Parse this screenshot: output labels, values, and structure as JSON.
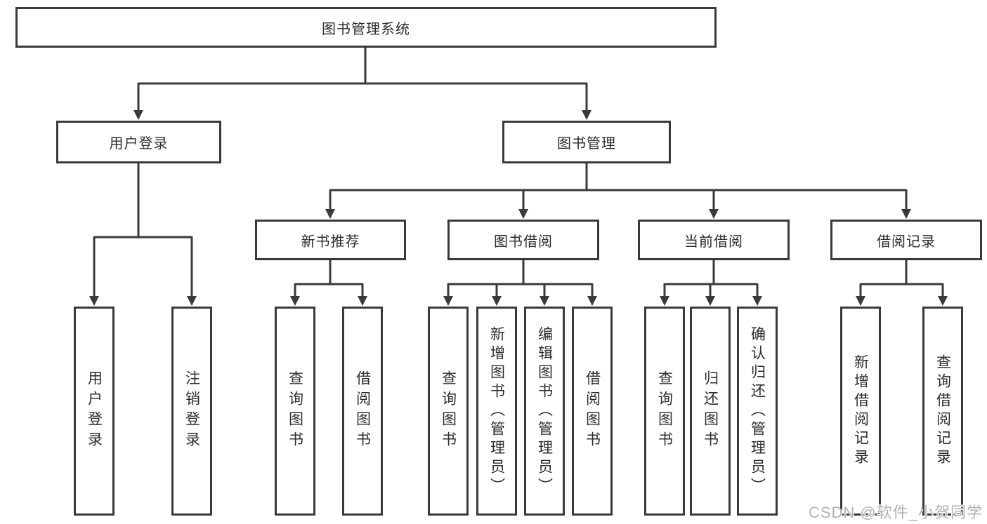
{
  "diagram": {
    "title": "图书管理系统",
    "branches": [
      {
        "label": "用户登录",
        "children": [
          {
            "label": "用户登录"
          },
          {
            "label": "注销登录"
          }
        ]
      },
      {
        "label": "图书管理",
        "groups": [
          {
            "label": "新书推荐",
            "children": [
              {
                "label": "查询图书"
              },
              {
                "label": "借阅图书"
              }
            ]
          },
          {
            "label": "图书借阅",
            "children": [
              {
                "label": "查询图书"
              },
              {
                "label": "新增图书（管理员）"
              },
              {
                "label": "编辑图书（管理员）"
              },
              {
                "label": "借阅图书"
              }
            ]
          },
          {
            "label": "当前借阅",
            "children": [
              {
                "label": "查询图书"
              },
              {
                "label": "归还图书"
              },
              {
                "label": "确认归还（管理员）"
              }
            ]
          },
          {
            "label": "借阅记录",
            "children": [
              {
                "label": "新增借阅记录"
              },
              {
                "label": "查询借阅记录"
              }
            ]
          }
        ]
      }
    ]
  },
  "watermark": {
    "text": "CSDN @软件_小贺同学"
  },
  "colors": {
    "background": "#ffffff",
    "line": "#3a3a3a",
    "box_border": "#3a3a3a",
    "box_fill": "#ffffff",
    "text": "#2d2d2d",
    "watermark_text": "#b3b3b3"
  }
}
